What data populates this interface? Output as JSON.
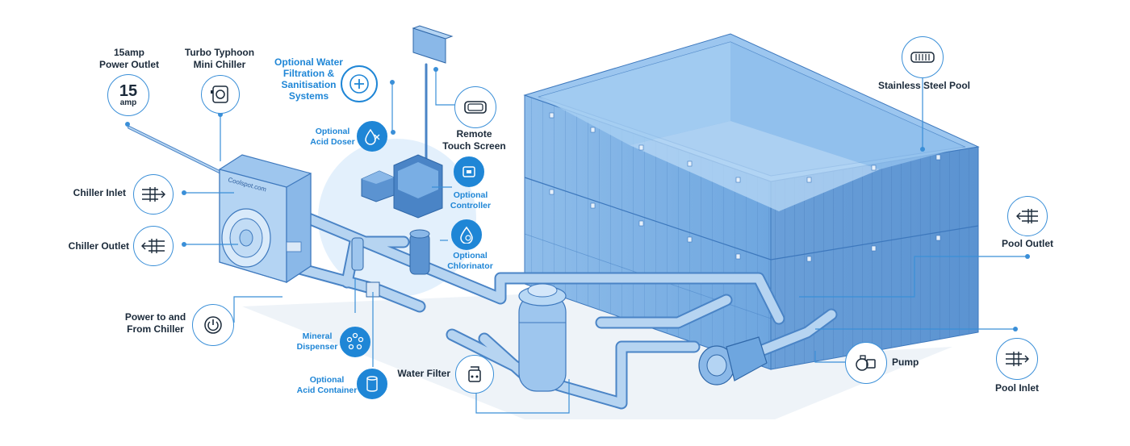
{
  "labels": {
    "power_outlet": "15amp\nPower Outlet",
    "chiller": "Turbo Typhoon\nMini Chiller",
    "filtration": "Optional Water\nFiltration &\nSanitisation\nSystems",
    "remote": "Remote\nTouch Screen",
    "acid_doser": "Optional\nAcid Doser",
    "controller": "Optional\nController",
    "chlorinator": "Optional\nChlorinator",
    "chiller_inlet": "Chiller Inlet",
    "chiller_outlet": "Chiller Outlet",
    "power_chiller": "Power to and\nFrom Chiller",
    "mineral": "Mineral\nDispenser",
    "acid_container": "Optional\nAcid Container",
    "water_filter": "Water Filter",
    "stainless": "Stainless Steel Pool",
    "pool_outlet": "Pool Outlet",
    "pump": "Pump",
    "pool_inlet": "Pool Inlet"
  },
  "outlet_badge": {
    "number": "15",
    "unit": "amp"
  },
  "chiller_brand": "Coolspot.com",
  "icons": {
    "power_outlet": "outlet-15amp-icon",
    "chiller": "chiller-unit-icon",
    "filtration": "plus-icon",
    "remote": "touch-screen-icon",
    "acid_doser": "acid-drop-icon",
    "controller": "controller-chip-icon",
    "chlorinator": "chlorine-drop-icon",
    "chiller_inlet": "flow-in-icon",
    "chiller_outlet": "flow-out-icon",
    "power_chiller": "power-icon",
    "mineral": "mineral-ring-icon",
    "acid_container": "container-icon",
    "water_filter": "filter-icon",
    "stainless": "pool-panel-icon",
    "pool_outlet": "pool-outlet-icon",
    "pump": "pump-icon",
    "pool_inlet": "pool-inlet-icon"
  },
  "colors": {
    "accent": "#1f86d6",
    "pool_fill": "#7fb3e6",
    "pool_dark": "#4f8fd0",
    "pipe": "#a9c9ec",
    "line": "#3a8fd8",
    "text": "#1b2a3a"
  }
}
